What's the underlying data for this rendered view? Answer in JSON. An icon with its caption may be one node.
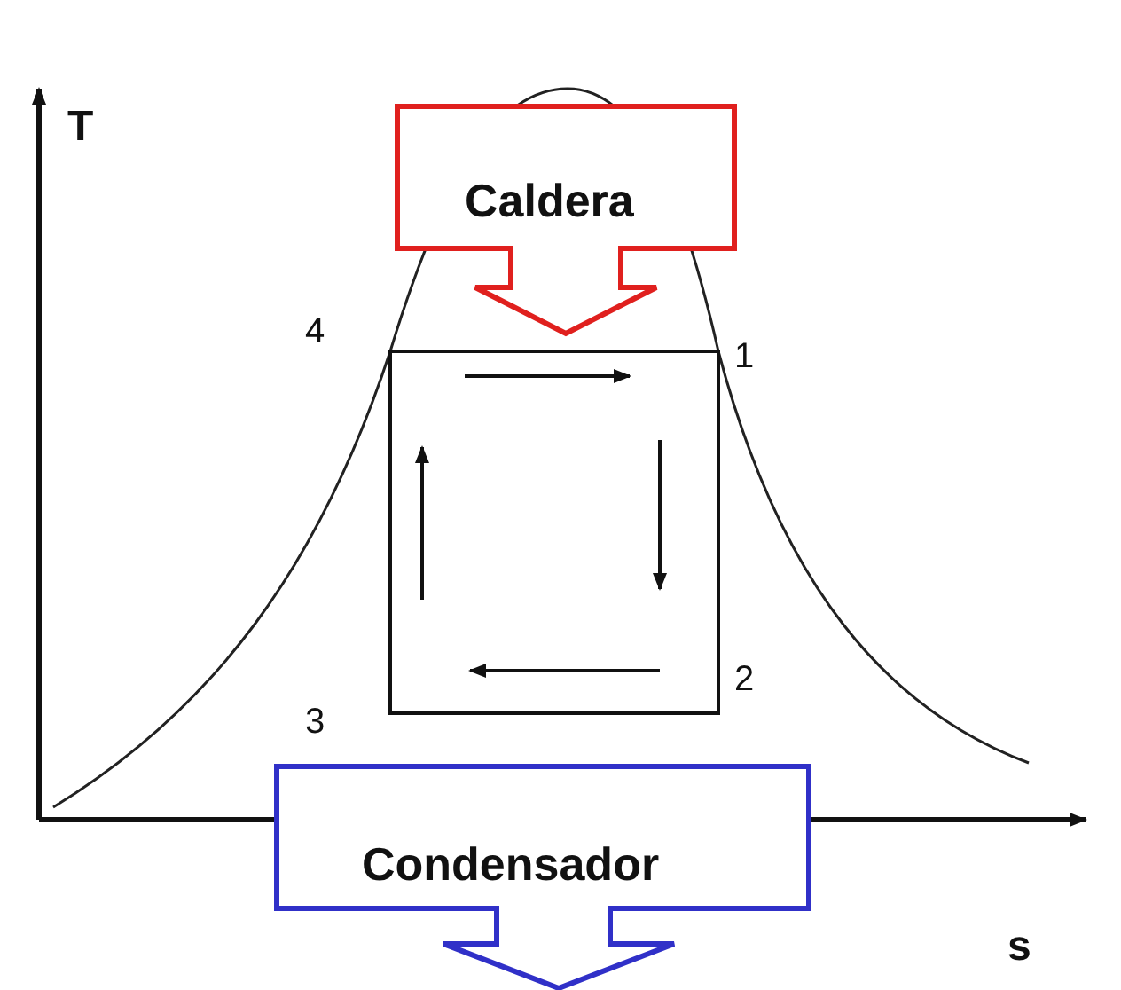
{
  "diagram": {
    "nodes": [
      {
        "text": [
          "Caldera"
        ]
      },
      {
        "text": [
          "Condensador"
        ]
      }
    ],
    "labels": [
      "T",
      "4",
      "1",
      "2",
      "3",
      "s"
    ]
  }
}
